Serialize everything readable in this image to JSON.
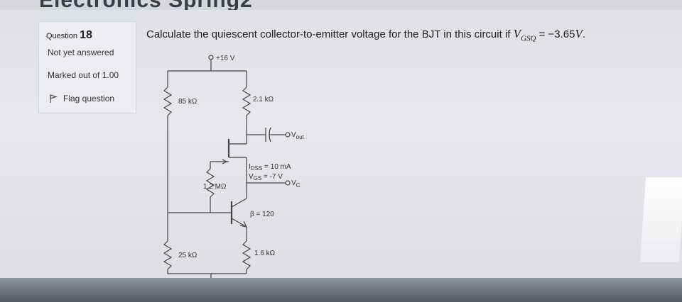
{
  "page": {
    "cut_title": "Electronics Spring2"
  },
  "info": {
    "question_word": "Question",
    "question_number": "18",
    "status": "Not yet answered",
    "marks": "Marked out of 1.00",
    "flag_label": "Flag question"
  },
  "question": {
    "prefix": "Calculate the quiescent collector-to-emitter voltage for the BJT in this circuit if",
    "var": "V",
    "var_sub": "GSQ",
    "suffix": " = −3.65",
    "unit": "V",
    "period": "."
  },
  "circuit": {
    "supply": "+16 V",
    "r1": "85 kΩ",
    "rd": "2.1 kΩ",
    "vout": "V",
    "vout_sub": "out",
    "idss": "I",
    "idss_sub": "DSS",
    "idss_val": " = 10 mA",
    "vgs": "V",
    "vgs_sub": "GS",
    "vgs_val": " = -7 V",
    "rg": "1.2 MΩ",
    "vc": "V",
    "vc_sub": "C",
    "beta": "β = 120",
    "r2": "25 kΩ",
    "re": "1.6 kΩ"
  }
}
